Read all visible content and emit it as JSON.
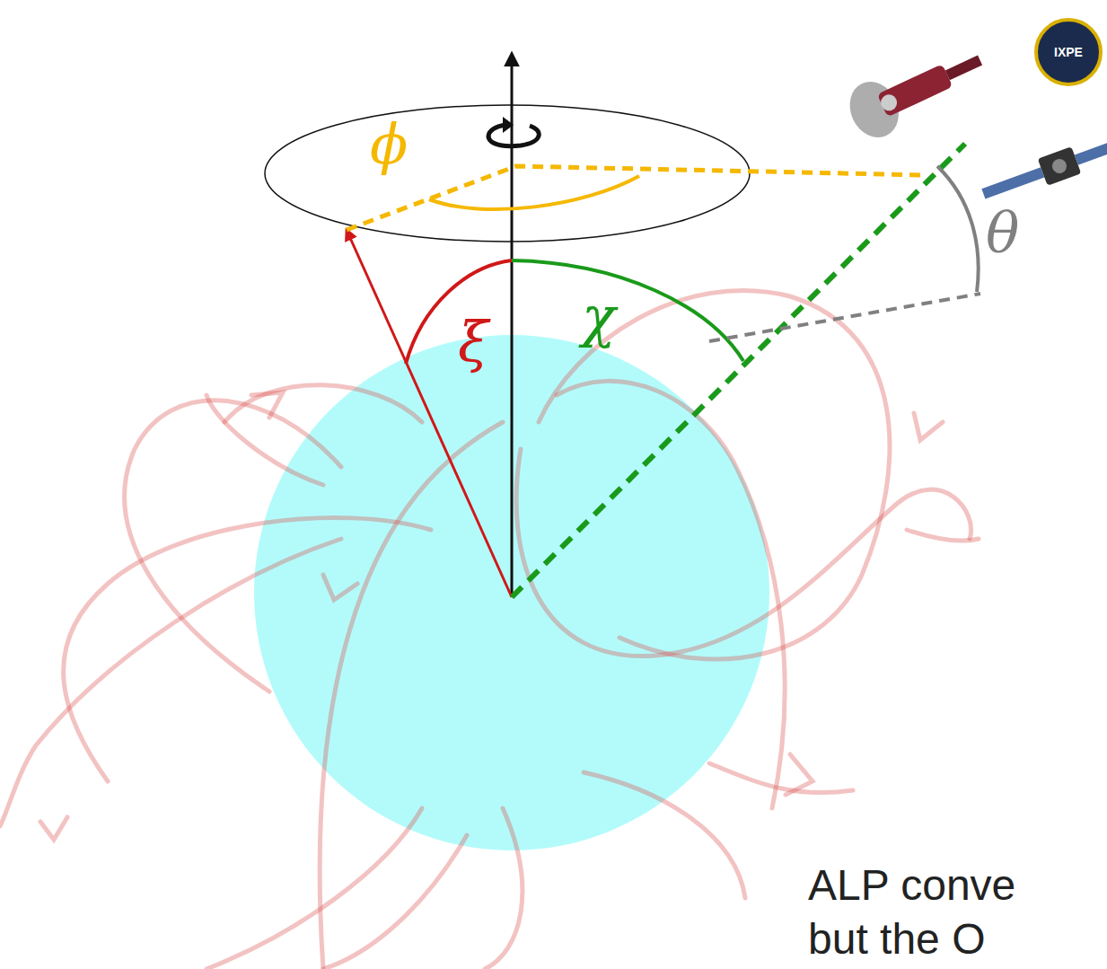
{
  "diagram": {
    "labels": [
      "ϕ",
      "ξ",
      "χ",
      "θ",
      "IXPE",
      "ALP conve",
      "but the O"
    ]
  }
}
